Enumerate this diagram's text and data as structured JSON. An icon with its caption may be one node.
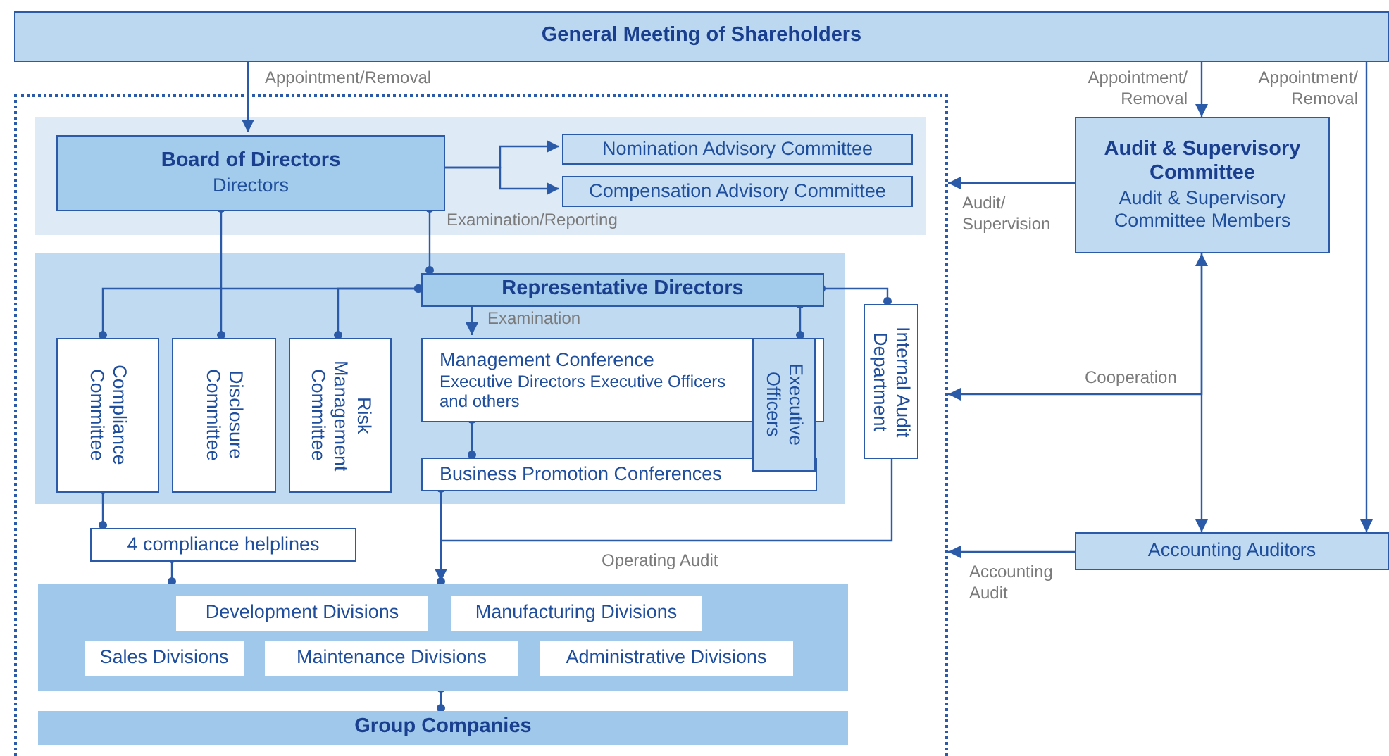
{
  "diagram": {
    "nodes": [
      {
        "text": [
          "General Meeting of Shareholders"
        ]
      },
      {
        "text": [],
        "shape": "box"
      },
      {
        "text": [
          "Board of Directors",
          "Directors"
        ],
        "in": 1
      },
      {
        "text": [
          "Nomination Advisory Committee"
        ],
        "in": 1
      },
      {
        "text": [
          "Compensation Advisory Committee"
        ],
        "in": 1
      },
      {
        "text": [
          "Representative Directors"
        ],
        "in": 1
      },
      {
        "text": [
          "Compliance Committee"
        ],
        "in": 1
      },
      {
        "text": [
          "Disclosure Committee"
        ],
        "in": 1
      },
      {
        "text": [
          "Risk Management Committee"
        ],
        "in": 1
      },
      {
        "text": [
          "Management Conference",
          "Executive Directors Executive Officers and others"
        ],
        "in": 1
      },
      {
        "text": [
          "Executive Officers"
        ],
        "in": 1
      },
      {
        "text": [
          "Business Promotion Conferences"
        ],
        "in": 1
      },
      {
        "text": [
          "Internal Audit Department"
        ],
        "in": 1
      },
      {
        "text": [
          "4 compliance helplines"
        ],
        "in": 1
      },
      {
        "text": [],
        "shape": "band",
        "in": 1
      },
      {
        "text": [
          "Development Divisions"
        ],
        "in": 14
      },
      {
        "text": [
          "Manufacturing Divisions"
        ],
        "in": 14
      },
      {
        "text": [
          "Sales Divisions"
        ],
        "in": 14
      },
      {
        "text": [
          "Maintenance Divisions"
        ],
        "in": 14
      },
      {
        "text": [
          "Administrative Divisions"
        ],
        "in": 14
      },
      {
        "text": [
          "Group Companies"
        ],
        "in": 1
      },
      {
        "text": [
          "Audit & Supervisory Committee",
          "Audit & Supervisory Committee Members"
        ]
      },
      {
        "text": [
          "Accounting Auditors"
        ]
      }
    ],
    "edges": [
      {
        "from": 0,
        "to": 2,
        "arrow": "to",
        "label": "Appointment/Removal"
      },
      {
        "from": 0,
        "to": 21,
        "arrow": "to",
        "label": "Appointment/ Removal"
      },
      {
        "from": 0,
        "to": 22,
        "arrow": "to",
        "label": "Appointment/ Removal"
      },
      {
        "from": 2,
        "to": 3,
        "arrow": "to"
      },
      {
        "from": 2,
        "to": 4,
        "arrow": "to"
      },
      {
        "from": 2,
        "to": 7,
        "arrow": "other"
      },
      {
        "from": 2,
        "to": 5,
        "arrow": "other",
        "label": "Examination/Reporting"
      },
      {
        "from": 5,
        "to": 6,
        "arrow": "other"
      },
      {
        "from": 5,
        "to": 8,
        "arrow": "other"
      },
      {
        "from": 5,
        "to": 9,
        "arrow": "to",
        "label": "Examination"
      },
      {
        "from": 5,
        "to": 10,
        "arrow": "other"
      },
      {
        "from": 5,
        "to": 12,
        "arrow": "other"
      },
      {
        "from": 9,
        "to": 11,
        "arrow": "other"
      },
      {
        "from": 6,
        "to": 13,
        "arrow": "other"
      },
      {
        "from": 13,
        "to": 14,
        "arrow": "other"
      },
      {
        "from": 11,
        "to": 14,
        "arrow": "other"
      },
      {
        "from": 12,
        "to": 14,
        "arrow": "to",
        "label": "Operating Audit"
      },
      {
        "from": 14,
        "to": 20,
        "arrow": "other"
      },
      {
        "from": 21,
        "to": 1,
        "arrow": "to",
        "label": "Audit/ Supervision"
      },
      {
        "from": 21,
        "to": 22,
        "arrow": "both"
      },
      {
        "from": 21,
        "to": 1,
        "arrow": "to",
        "label": "Cooperation"
      },
      {
        "from": 22,
        "to": 1,
        "arrow": "to",
        "label": "Accounting Audit"
      }
    ]
  }
}
